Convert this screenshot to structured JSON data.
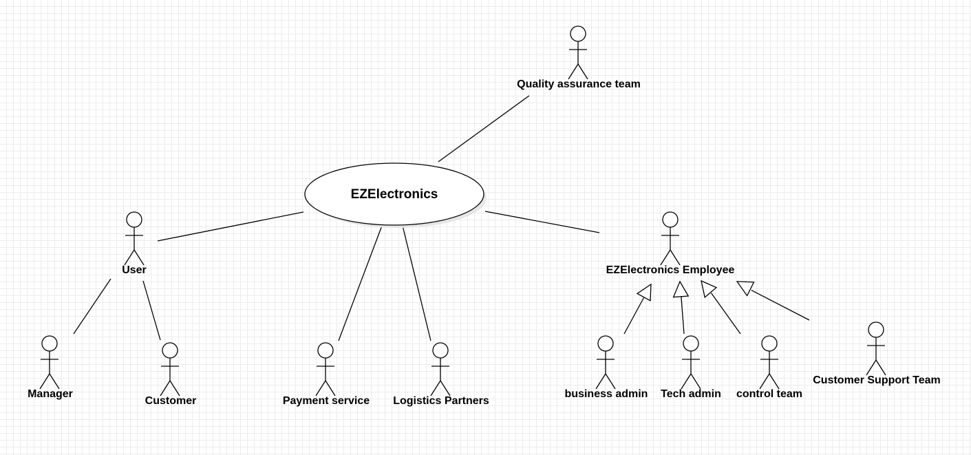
{
  "system": {
    "name": "EZElectronics"
  },
  "actors": {
    "qa": "Quality assurance team",
    "user": "User",
    "manager": "Manager",
    "customer": "Customer",
    "payment": "Payment service",
    "logistics": "Logistics Partners",
    "employee": "EZElectronics Employee",
    "business_admin": "business admin",
    "tech_admin": "Tech admin",
    "control_team": "control team",
    "support": "Customer Support Team"
  }
}
